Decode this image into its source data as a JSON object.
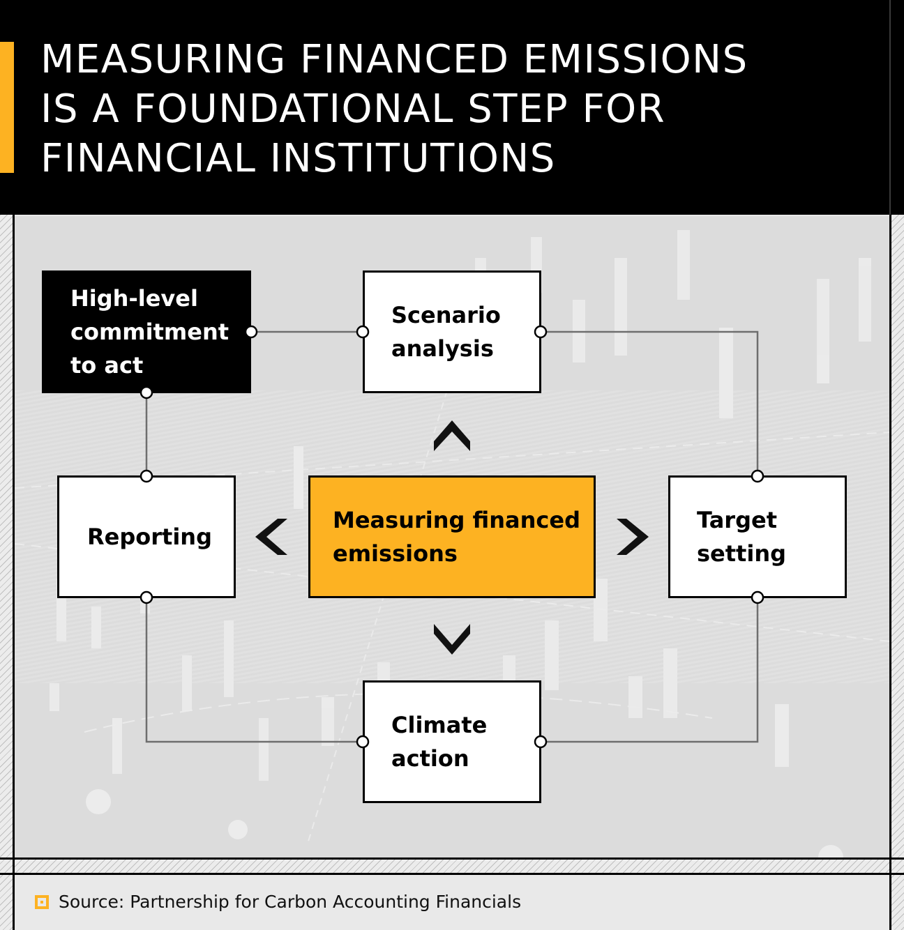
{
  "header": {
    "title": "MEASURING FINANCED EMISSIONS\nIS A FOUNDATIONAL STEP FOR\nFINANCIAL INSTITUTIONS",
    "accent_color": "#fdb222",
    "background_color": "#000000"
  },
  "diagram": {
    "center": {
      "label": "Measuring financed\nemissions",
      "fill": "#fdb222"
    },
    "nodes": {
      "commitment": {
        "label": "High-level\ncommitment\nto act",
        "fill": "#000000"
      },
      "scenario": {
        "label": "Scenario\nanalysis",
        "fill": "#ffffff"
      },
      "reporting": {
        "label": "Reporting",
        "fill": "#ffffff"
      },
      "target": {
        "label": "Target\nsetting",
        "fill": "#ffffff"
      },
      "climate": {
        "label": "Climate\naction",
        "fill": "#ffffff"
      }
    },
    "arrows": [
      "up",
      "left",
      "right",
      "down"
    ],
    "connections": [
      [
        "High-level commitment to act",
        "Scenario analysis"
      ],
      [
        "Scenario analysis",
        "Target setting"
      ],
      [
        "Target setting",
        "Climate action"
      ],
      [
        "Climate action",
        "Reporting"
      ],
      [
        "Reporting",
        "High-level commitment to act"
      ]
    ]
  },
  "footer": {
    "source": "Source: Partnership for Carbon Accounting Financials",
    "icon": "square-bullet-icon"
  }
}
